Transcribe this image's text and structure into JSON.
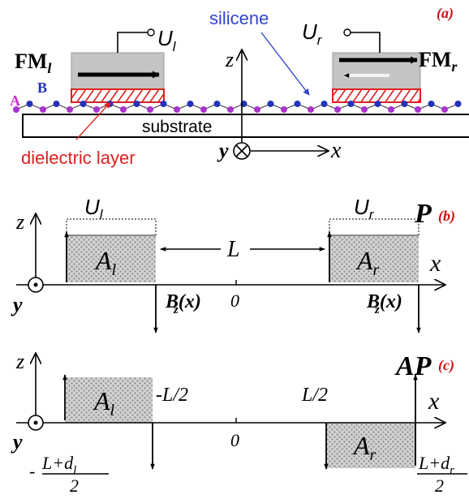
{
  "panel_a": {
    "label": "(a)",
    "fm_left": {
      "main": "FM",
      "sub": "l"
    },
    "fm_right": {
      "main": "FM",
      "sub": "r"
    },
    "u_left": {
      "main": "U",
      "sub": "l"
    },
    "u_right": {
      "main": "U",
      "sub": "r"
    },
    "silicene": "silicene",
    "sublattice_a": "A",
    "sublattice_b": "B",
    "substrate": "substrate",
    "dielectric": "dielectric layer",
    "axis_z": "z",
    "axis_y": "y",
    "axis_x": "x"
  },
  "panel_b": {
    "config": "P",
    "label": "(b)",
    "u_left": {
      "main": "U",
      "sub": "l"
    },
    "u_right": {
      "main": "U",
      "sub": "r"
    },
    "a_left": {
      "main": "A",
      "sub": "l"
    },
    "a_right": {
      "main": "A",
      "sub": "r"
    },
    "length": "L",
    "origin": "0",
    "bz_left": {
      "main": "B",
      "sub": "z",
      "arg": "(x)"
    },
    "bz_right": {
      "main": "B",
      "sub": "z",
      "arg": "(x)"
    },
    "axis_z": "z",
    "axis_y": "y",
    "axis_x": "x"
  },
  "panel_c": {
    "config": "AP",
    "label": "(c)",
    "a_left": {
      "main": "A",
      "sub": "l"
    },
    "a_right": {
      "main": "A",
      "sub": "r"
    },
    "minus_half_l": "-L/2",
    "half_l": "L/2",
    "origin": "0",
    "left_edge": {
      "sign": "-",
      "numerator": "L+d",
      "sub": "l",
      "denominator": "2"
    },
    "right_edge": {
      "numerator": "L+d",
      "sub": "r",
      "denominator": "2"
    },
    "axis_z": "z",
    "axis_y": "y",
    "axis_x": "x"
  },
  "colors": {
    "label_red": "#cc1111",
    "silicene_blue": "#3344cc",
    "atom_a": "#aa33cc",
    "atom_b": "#2233bb",
    "dielectric_red": "#e02020",
    "magnet_gray": "#c4c4c4"
  }
}
